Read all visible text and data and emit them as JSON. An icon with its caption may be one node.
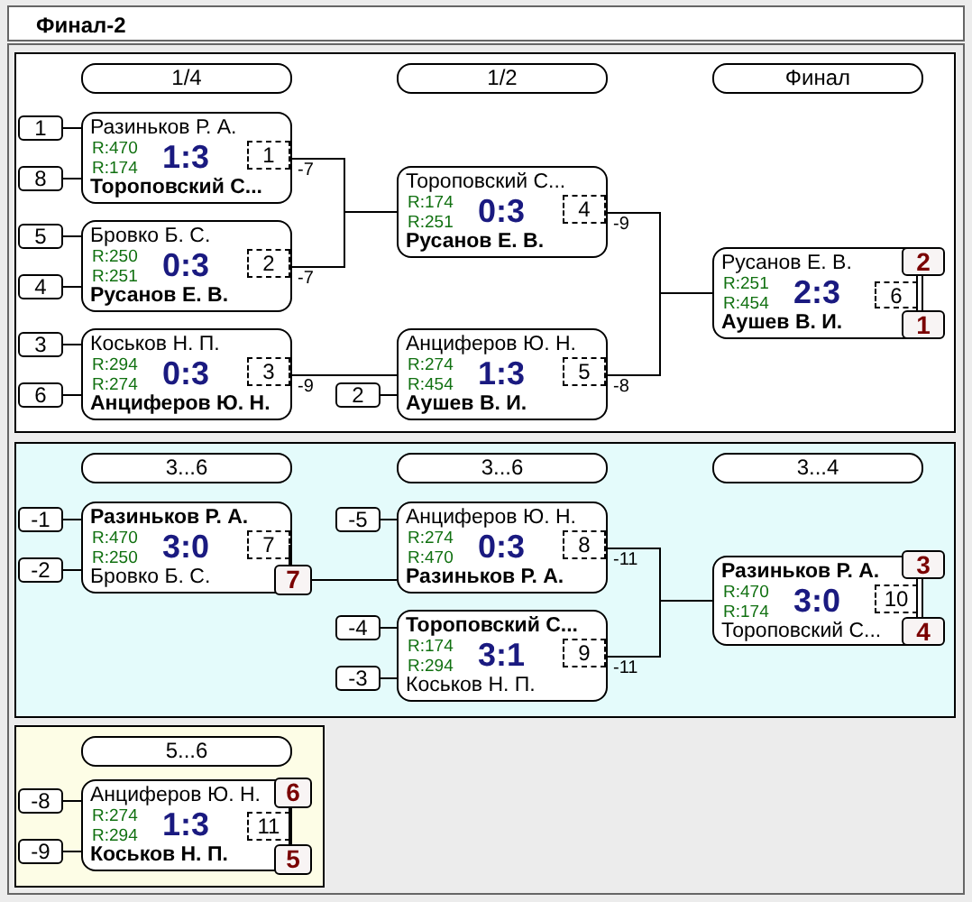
{
  "diagram": {
    "title": "Финал-2",
    "nodes": [
      {
        "text": [],
        "shape": "box"
      },
      {
        "text": [
          "1/4"
        ],
        "in": 0
      },
      {
        "text": [
          "1/2"
        ],
        "in": 0
      },
      {
        "text": [
          "Финал"
        ],
        "in": 0
      },
      {
        "text": [
          "1"
        ],
        "in": 0
      },
      {
        "text": [
          "Разиньков Р. А.",
          "R:470",
          "R:174",
          "1:3",
          "Тороповский С..."
        ],
        "in": 0
      },
      {
        "text": [
          "1"
        ],
        "in": 5
      },
      {
        "text": [
          "8"
        ],
        "in": 0
      },
      {
        "text": [
          "5"
        ],
        "in": 0
      },
      {
        "text": [
          "Бровко Б. С.",
          "R:250",
          "R:251",
          "0:3",
          "Русанов Е. В."
        ],
        "in": 0
      },
      {
        "text": [
          "2"
        ],
        "in": 9
      },
      {
        "text": [
          "4"
        ],
        "in": 0
      },
      {
        "text": [
          "Тороповский С...",
          "R:174",
          "R:251",
          "0:3",
          "Русанов Е. В."
        ],
        "in": 0
      },
      {
        "text": [
          "4"
        ],
        "in": 12
      },
      {
        "text": [
          "Русанов Е. В.",
          "R:251",
          "R:454",
          "2:3",
          "Аушев В. И."
        ],
        "in": 0
      },
      {
        "text": [
          "6"
        ],
        "in": 14
      },
      {
        "text": [
          "2"
        ],
        "in": 0
      },
      {
        "text": [
          "1"
        ],
        "in": 0
      },
      {
        "text": [
          "3"
        ],
        "in": 0
      },
      {
        "text": [
          "Коськов Н. П.",
          "R:294",
          "R:274",
          "0:3",
          "Анциферов Ю. Н."
        ],
        "in": 0
      },
      {
        "text": [
          "3"
        ],
        "in": 19
      },
      {
        "text": [
          "Анциферов Ю. Н.",
          "R:274",
          "R:454",
          "1:3",
          "Аушев В. И."
        ],
        "in": 0
      },
      {
        "text": [
          "5"
        ],
        "in": 21
      },
      {
        "text": [
          "6"
        ],
        "in": 0
      },
      {
        "text": [
          "2"
        ],
        "in": 0
      },
      {
        "text": [],
        "shape": "box"
      },
      {
        "text": [
          "3...6"
        ],
        "in": 25
      },
      {
        "text": [
          "3...6"
        ],
        "in": 25
      },
      {
        "text": [
          "3...4"
        ],
        "in": 25
      },
      {
        "text": [
          "-1"
        ],
        "in": 25
      },
      {
        "text": [
          "Разиньков Р. А.",
          "R:470",
          "R:250",
          "3:0",
          "Бровко Б. С."
        ],
        "in": 25
      },
      {
        "text": [
          "7"
        ],
        "in": 30
      },
      {
        "text": [
          "-5"
        ],
        "in": 25
      },
      {
        "text": [
          "Анциферов Ю. Н.",
          "R:274",
          "R:470",
          "0:3",
          "Разиньков Р. А."
        ],
        "in": 25
      },
      {
        "text": [
          "8"
        ],
        "in": 33
      },
      {
        "text": [
          "-2"
        ],
        "in": 25
      },
      {
        "text": [
          "7"
        ],
        "in": 25
      },
      {
        "text": [
          "Разиньков Р. А.",
          "R:470",
          "R:174",
          "3:0",
          "Тороповский С..."
        ],
        "in": 25
      },
      {
        "text": [
          "10"
        ],
        "in": 37
      },
      {
        "text": [
          "3"
        ],
        "in": 25
      },
      {
        "text": [
          "4"
        ],
        "in": 25
      },
      {
        "text": [
          "-4"
        ],
        "in": 25
      },
      {
        "text": [
          "Тороповский С...",
          "R:174",
          "R:294",
          "3:1",
          "Коськов Н. П."
        ],
        "in": 25
      },
      {
        "text": [
          "9"
        ],
        "in": 42
      },
      {
        "text": [
          "-3"
        ],
        "in": 25
      },
      {
        "text": [],
        "shape": "box"
      },
      {
        "text": [
          "5...6"
        ],
        "in": 45
      },
      {
        "text": [
          "-8"
        ],
        "in": 45
      },
      {
        "text": [
          "Анциферов Ю. Н.",
          "R:274",
          "R:294",
          "1:3",
          "Коськов Н. П."
        ],
        "in": 45
      },
      {
        "text": [
          "11"
        ],
        "in": 48
      },
      {
        "text": [
          "6"
        ],
        "in": 45
      },
      {
        "text": [
          "-9"
        ],
        "in": 45
      },
      {
        "text": [
          "5"
        ],
        "in": 45
      }
    ],
    "edges": [
      {
        "from": 4,
        "to": 5,
        "arrow": "none"
      },
      {
        "from": 7,
        "to": 5,
        "arrow": "none"
      },
      {
        "from": 8,
        "to": 9,
        "arrow": "none"
      },
      {
        "from": 11,
        "to": 9,
        "arrow": "none"
      },
      {
        "from": 18,
        "to": 19,
        "arrow": "none"
      },
      {
        "from": 23,
        "to": 19,
        "arrow": "none"
      },
      {
        "from": 24,
        "to": 21,
        "arrow": "none"
      },
      {
        "from": 5,
        "to": 12,
        "arrow": "none",
        "label": "-7"
      },
      {
        "from": 9,
        "to": 12,
        "arrow": "none",
        "label": "-7"
      },
      {
        "from": 19,
        "to": 21,
        "arrow": "none",
        "label": "-9"
      },
      {
        "from": 12,
        "to": 14,
        "arrow": "none",
        "label": "-9"
      },
      {
        "from": 21,
        "to": 14,
        "arrow": "none",
        "label": "-8"
      },
      {
        "from": 15,
        "to": 16,
        "arrow": "none"
      },
      {
        "from": 15,
        "to": 17,
        "arrow": "none"
      },
      {
        "from": 29,
        "to": 30,
        "arrow": "none"
      },
      {
        "from": 35,
        "to": 30,
        "arrow": "none"
      },
      {
        "from": 32,
        "to": 33,
        "arrow": "none"
      },
      {
        "from": 41,
        "to": 42,
        "arrow": "none"
      },
      {
        "from": 44,
        "to": 42,
        "arrow": "none"
      },
      {
        "from": 31,
        "to": 36,
        "arrow": "none"
      },
      {
        "from": 36,
        "to": 33,
        "arrow": "none"
      },
      {
        "from": 33,
        "to": 37,
        "arrow": "none",
        "label": "-11"
      },
      {
        "from": 42,
        "to": 37,
        "arrow": "none",
        "label": "-11"
      },
      {
        "from": 38,
        "to": 39,
        "arrow": "none"
      },
      {
        "from": 38,
        "to": 40,
        "arrow": "none"
      },
      {
        "from": 47,
        "to": 48,
        "arrow": "none"
      },
      {
        "from": 51,
        "to": 48,
        "arrow": "none"
      },
      {
        "from": 49,
        "to": 50,
        "arrow": "none"
      },
      {
        "from": 49,
        "to": 52,
        "arrow": "none"
      }
    ]
  }
}
